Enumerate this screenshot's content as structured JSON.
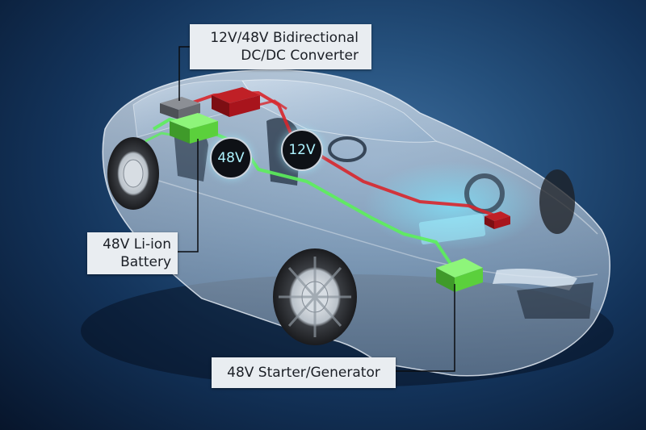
{
  "labels": {
    "converter_line1": "12V/48V Bidirectional",
    "converter_line2": "DC/DC Converter",
    "battery_line1": "48V Li-ion",
    "battery_line2": "Battery",
    "starter": "48V Starter/Generator"
  },
  "badges": {
    "v48": "48V",
    "v12": "12V"
  },
  "colors": {
    "circuit_48v": "#5cf05a",
    "circuit_12v": "#d8262b",
    "battery_48v": "#5bd03c",
    "battery_12v": "#a8141c",
    "badge_text": "#aef3ff",
    "background": "#1c4272"
  }
}
